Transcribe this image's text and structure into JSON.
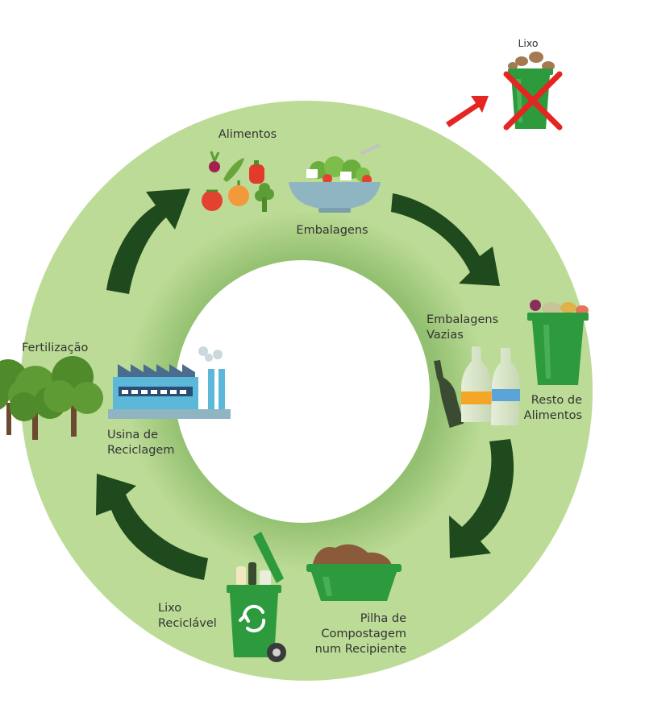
{
  "labels": {
    "trash": "Lixo",
    "food": "Alimentos",
    "packaging": "Embalagens",
    "empty_packaging": [
      "Embalagens",
      "Vazias"
    ],
    "food_leftovers": [
      "Resto de",
      "Alimentos"
    ],
    "compost": [
      "Pilha de",
      "Compostagem",
      "num Recipiente"
    ],
    "recyclable": [
      "Lixo",
      "Reciclável"
    ],
    "recycling_plant": [
      "Usina de",
      "Reciclagem"
    ],
    "fertilization": "Fertilização"
  },
  "colors": {
    "ring": "#bcdb96",
    "ring_inner_shade": "#9fc77a",
    "arrow": "#1f4a1d",
    "bin_green": "#2e9a3e",
    "red_accent": "#e52521",
    "soil": "#8a5a3b",
    "factory_blue": "#5bb8d8",
    "tree_green": "#4f8a2b"
  },
  "icons": {
    "trash_forbidden": "crossed-trash-bin-icon",
    "vegetables": "vegetables-icon",
    "salad_bowl": "salad-bowl-icon",
    "bottles": "empty-bottles-icon",
    "food_bin": "food-waste-bin-icon",
    "compost_tub": "compost-tub-icon",
    "recycling_bin": "recycling-bin-icon",
    "factory": "recycling-factory-icon",
    "trees": "trees-icon",
    "arrows": "cycle-arrow-icon"
  }
}
